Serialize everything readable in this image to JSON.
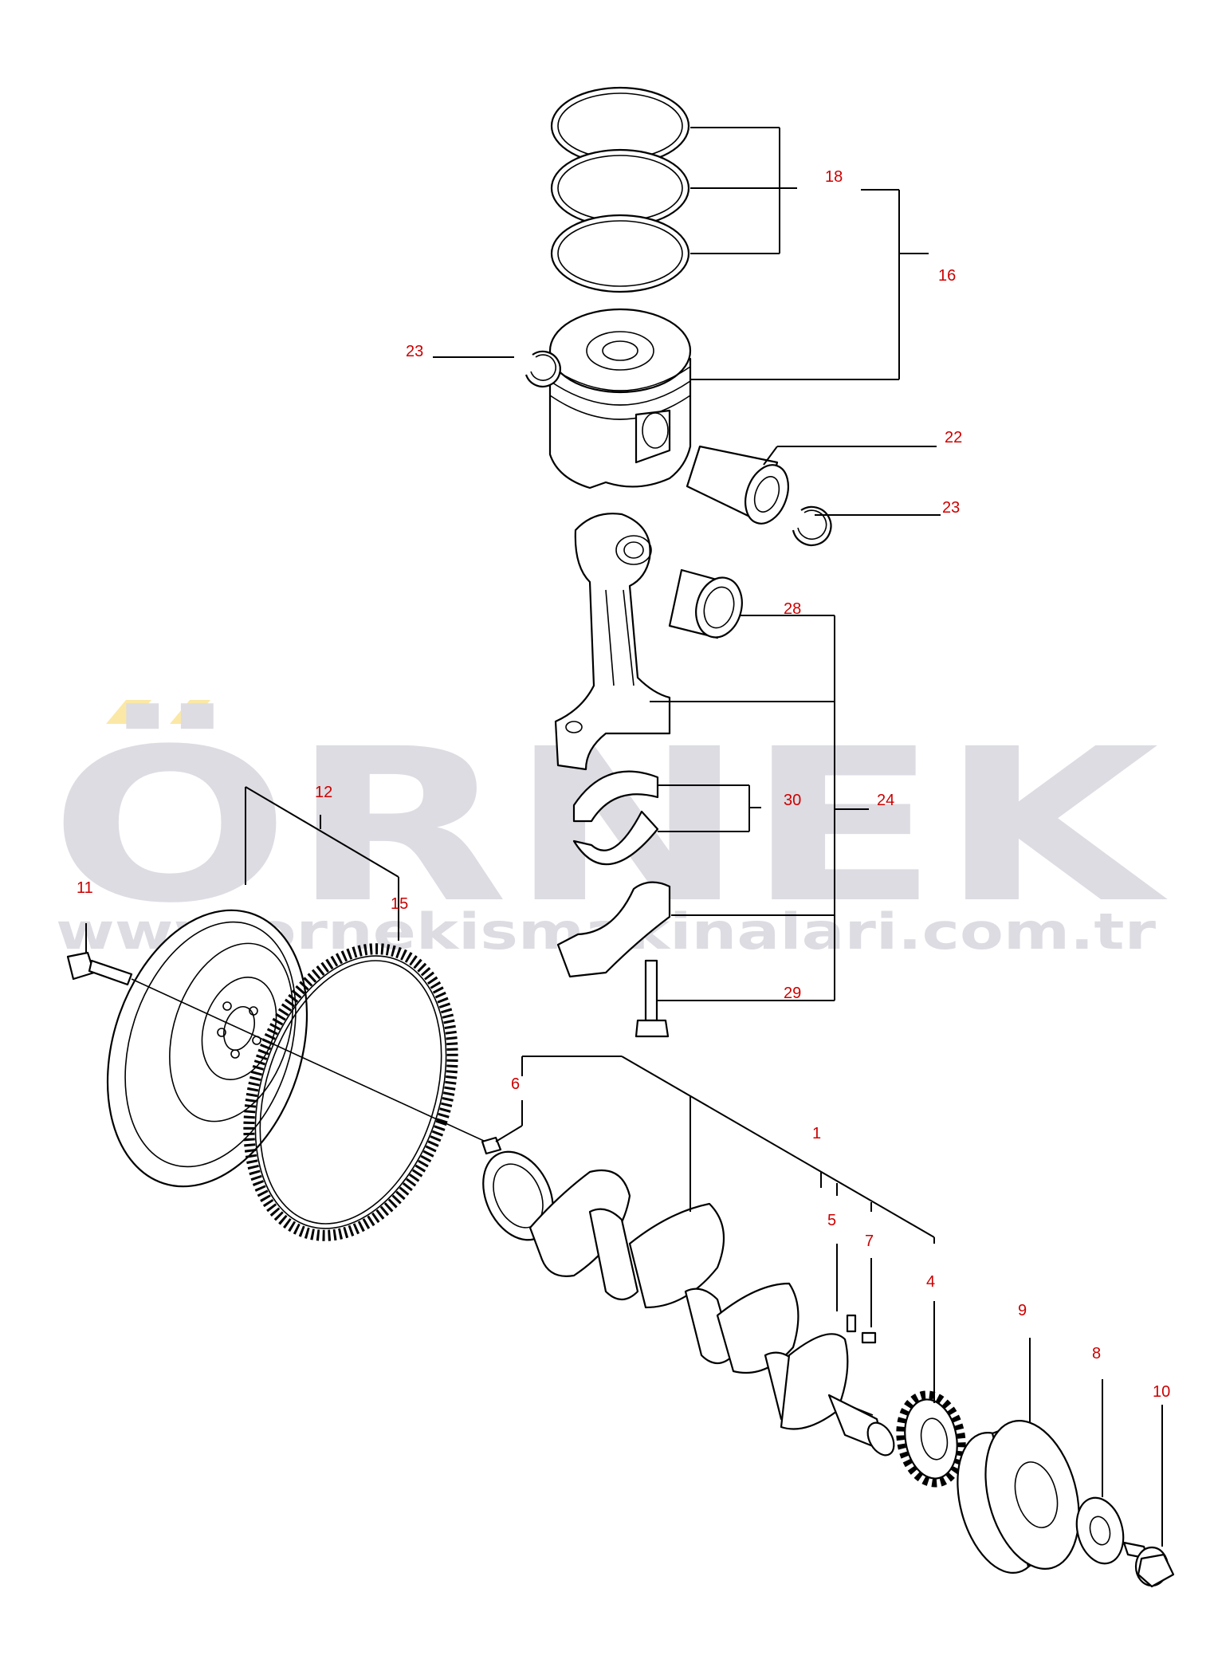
{
  "watermark": {
    "brand": "ÖRNEK",
    "url": "www.ornekismakinalari.com.tr",
    "color": "#d9d9df",
    "accent_color": "#fbe8a6"
  },
  "label_color": "#cc0000",
  "callouts": [
    "18",
    "16",
    "23",
    "22",
    "23",
    "28",
    "30",
    "24",
    "12",
    "11",
    "15",
    "29",
    "6",
    "1",
    "5",
    "7",
    "4",
    "9",
    "8",
    "10"
  ]
}
